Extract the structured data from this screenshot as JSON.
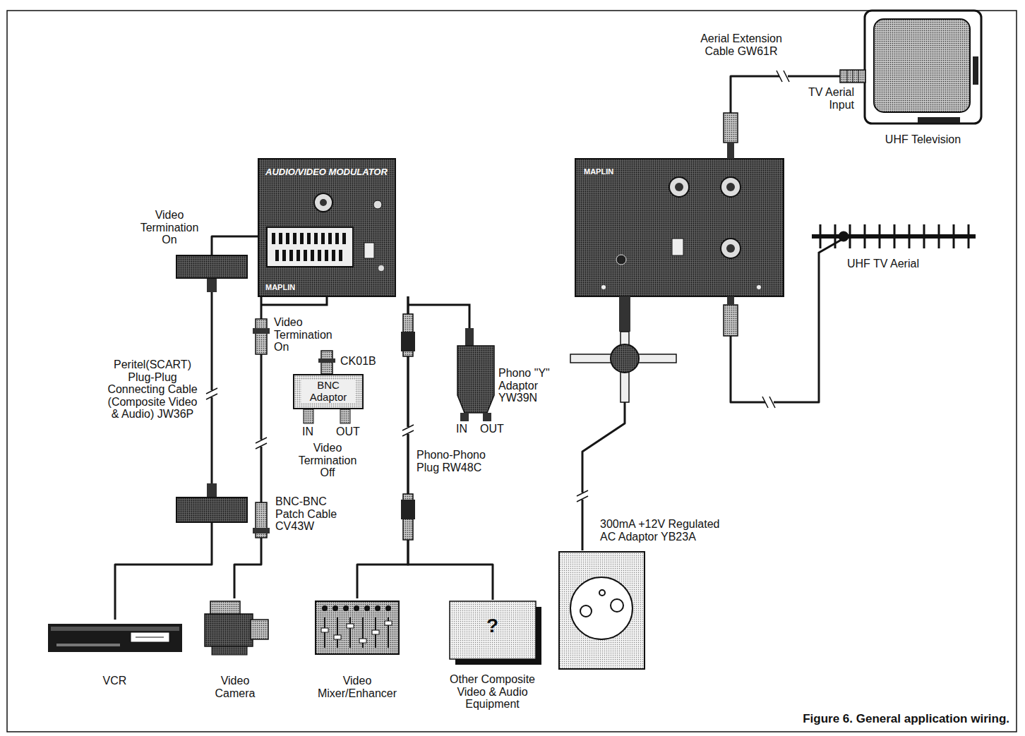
{
  "diagram": {
    "caption": "Figure 6. General application wiring.",
    "nodes": [
      {
        "text": [
          "UHF Television"
        ]
      },
      {
        "text": [
          "AUDIO/VIDEO MODULATOR",
          "MAPLIN"
        ]
      },
      {
        "text": [
          "MAPLIN"
        ]
      },
      {
        "text": [
          "UHF TV Aerial"
        ]
      },
      {
        "text": [
          "BNC Adaptor"
        ]
      },
      {
        "text": [
          "300mA +12V Regulated AC Adaptor YB23A"
        ]
      },
      {
        "text": [
          "VCR"
        ]
      },
      {
        "text": [
          "Video Camera"
        ]
      },
      {
        "text": [
          "Video Mixer/Enhancer"
        ]
      },
      {
        "text": [
          "?",
          "Other Composite Video & Audio Equipment"
        ]
      }
    ],
    "edges": [
      {
        "from": 6,
        "to": 1,
        "arrow": "none"
      },
      {
        "from": 7,
        "to": 1,
        "arrow": "none"
      },
      {
        "from": 8,
        "to": 1,
        "arrow": "none"
      },
      {
        "from": 9,
        "to": 1,
        "arrow": "none"
      },
      {
        "from": 2,
        "to": 0,
        "arrow": "none"
      },
      {
        "from": 3,
        "to": 2,
        "arrow": "none"
      },
      {
        "from": 5,
        "to": 2,
        "arrow": "none"
      }
    ],
    "labels": [
      "Aerial Extension Cable GW61R",
      "TV Aerial Input",
      "Video Termination On",
      "Video Termination On",
      "CK01B",
      "IN",
      "OUT",
      "Video Termination Off",
      "Phono \"Y\" Adaptor YW39N",
      "IN",
      "OUT",
      "Peritel(SCART) Plug-Plug Connecting Cable (Composite Video & Audio) JW36P",
      "Phono-Phono Plug RW48C",
      "BNC-BNC Patch Cable CV43W"
    ]
  }
}
